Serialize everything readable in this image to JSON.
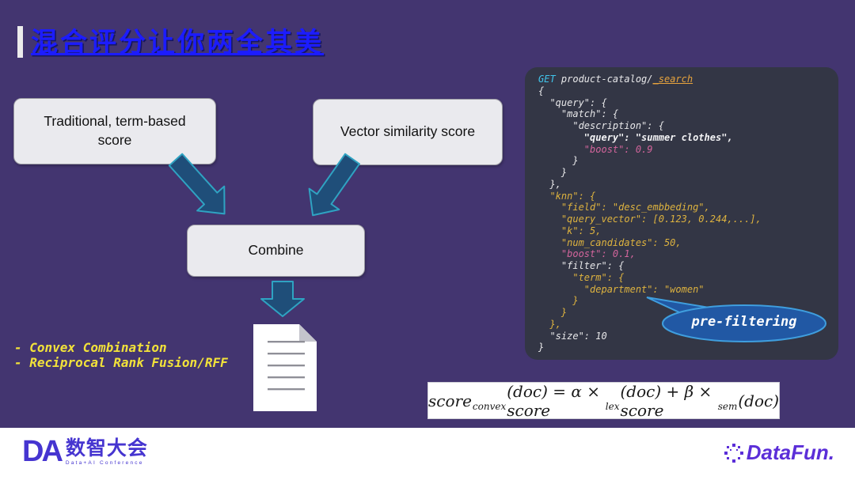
{
  "slide": {
    "title": "混合评分让你两全其美"
  },
  "colors": {
    "background": "#433570",
    "title_blue": "#1c1cff",
    "panel_bg": "#333645",
    "arrow_fill": "#1f4e79",
    "arrow_stroke": "#2fa3c2",
    "bubble_fill": "#2158a4",
    "bubble_stroke": "#3f9ede",
    "note_yellow": "#f2e23a",
    "code_yellow": "#deb33f",
    "code_pink": "#d3659c",
    "code_cyan": "#41c4ea",
    "code_orange": "#e7a33d",
    "logo_purple": "#4635d0",
    "datafun_purple": "#5b2ed8"
  },
  "diagram": {
    "box_left": "Traditional, term-based score",
    "box_right": "Vector similarity score",
    "box_combine": "Combine"
  },
  "notes": {
    "items": [
      "- Convex Combination",
      "- Reciprocal Rank Fusion/RFF"
    ]
  },
  "formula": {
    "segments": [
      {
        "text": "score",
        "sub": "convex"
      },
      {
        "text": "(doc) = α × score",
        "sub": "lex"
      },
      {
        "text": "(doc) + β × score",
        "sub": "sem"
      },
      {
        "text": "(doc)",
        "sub": ""
      }
    ]
  },
  "code_panel": {
    "lines": [
      [
        [
          "c-cyan",
          "GET"
        ],
        [
          "c-plain",
          " product-catalog/"
        ],
        [
          "c-orange",
          "_search"
        ]
      ],
      [
        [
          "c-plain",
          "{"
        ]
      ],
      [
        [
          "c-plain",
          "  \"query\": {"
        ]
      ],
      [
        [
          "c-plain",
          "    \"match\": {"
        ]
      ],
      [
        [
          "c-plain",
          "      \"description\": {"
        ]
      ],
      [
        [
          "c-bold",
          "        \"query\": \"summer clothes\","
        ]
      ],
      [
        [
          "c-pink",
          "        \"boost\": 0.9"
        ]
      ],
      [
        [
          "c-plain",
          "      }"
        ]
      ],
      [
        [
          "c-plain",
          "    }"
        ]
      ],
      [
        [
          "c-plain",
          "  },"
        ]
      ],
      [
        [
          "c-yellow",
          "  \"knn\": {"
        ]
      ],
      [
        [
          "c-yellow",
          "    \"field\": \"desc_embbeding\","
        ]
      ],
      [
        [
          "c-yellow",
          "    \"query_vector\": [0.123, 0.244,...],"
        ]
      ],
      [
        [
          "c-yellow",
          "    \"k\": 5,"
        ]
      ],
      [
        [
          "c-yellow",
          "    \"num_candidates\": 50,"
        ]
      ],
      [
        [
          "c-pink",
          "    \"boost\": 0.1,"
        ]
      ],
      [
        [
          "c-plain",
          "    \"filter\": {"
        ]
      ],
      [
        [
          "c-yellow",
          "      \"term\": {"
        ]
      ],
      [
        [
          "c-yellow",
          "        \"department\": \"women\""
        ]
      ],
      [
        [
          "c-yellow",
          "      }"
        ]
      ],
      [
        [
          "c-yellow",
          "    }"
        ]
      ],
      [
        [
          "c-yellow",
          "  },"
        ]
      ],
      [
        [
          "c-plain",
          "  \"size\": 10"
        ]
      ],
      [
        [
          "c-plain",
          "}"
        ]
      ]
    ]
  },
  "bubble": {
    "label": "pre-filtering"
  },
  "footer": {
    "da_text": "DA",
    "da_cn": "数智大会",
    "da_sub": "Data+AI Conference",
    "datafun_text": "DataFun."
  }
}
